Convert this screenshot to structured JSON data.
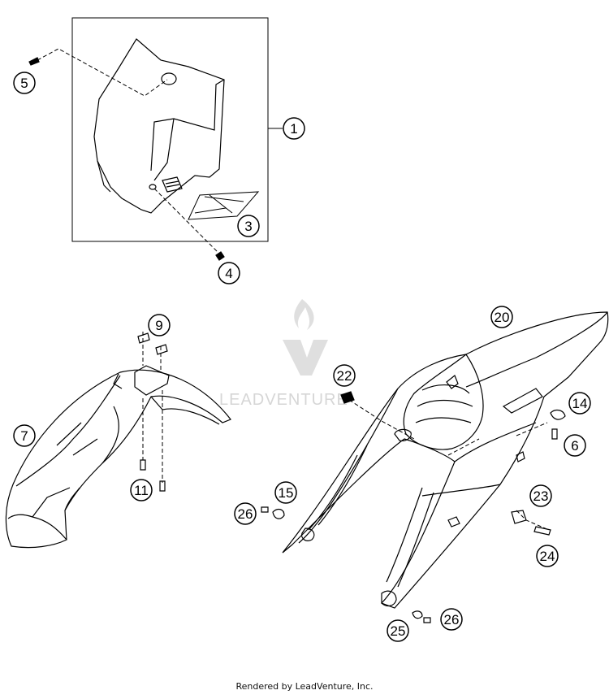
{
  "callouts": [
    "1",
    "3",
    "4",
    "5",
    "7",
    "9",
    "11",
    "14",
    "6",
    "15",
    "20",
    "22",
    "23",
    "24",
    "25",
    "26",
    "26"
  ],
  "watermark": {
    "text": "LEADVENTURE"
  },
  "footer": {
    "text": "Rendered by LeadVenture, Inc."
  },
  "colors": {
    "line": "#000000",
    "watermark": "#d2d2d2",
    "background": "#ffffff"
  }
}
